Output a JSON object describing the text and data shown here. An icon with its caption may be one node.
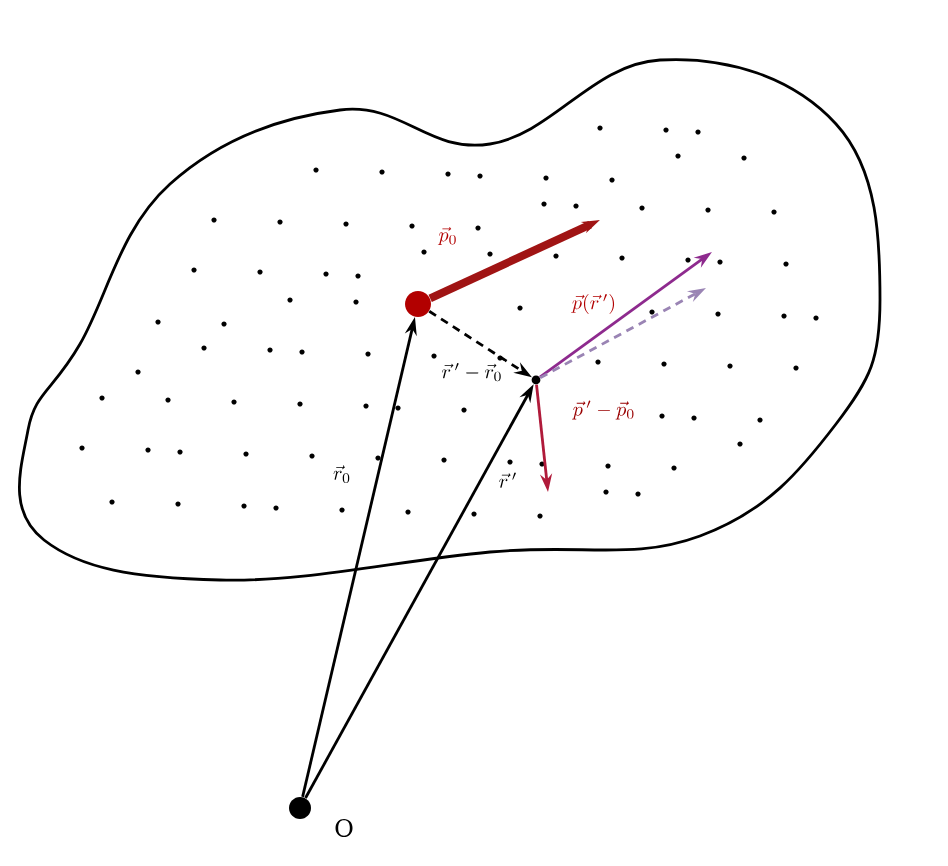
{
  "diagram": {
    "nodes": [
      {
        "text": [],
        "shape": "circle",
        "beside": [
          "O"
        ]
      },
      {
        "text": [],
        "shape": "circle"
      },
      {
        "text": [],
        "shape": "circle"
      }
    ],
    "edges": [
      {
        "from": 0,
        "to": 1,
        "arrow": "to",
        "label": "\\vec{r}_0"
      },
      {
        "from": 0,
        "to": 2,
        "arrow": "to",
        "label": "\\vec{r}\\,'"
      },
      {
        "from": 1,
        "to": 2,
        "arrow": "to",
        "style": "dashed",
        "label": "\\vec{r}\\,'-\\vec{r}_0"
      },
      {
        "from": 1,
        "to": null,
        "arrow": "to",
        "style": "thick",
        "color": "#a01414",
        "label": "\\vec{p}_0"
      },
      {
        "from": 2,
        "to": null,
        "arrow": "to",
        "color": "#8e2a8e",
        "label": "\\vec{p}(\\vec{r}\\,')"
      },
      {
        "from": 2,
        "to": null,
        "arrow": "to",
        "style": "dashed",
        "color": "#9a84b4"
      },
      {
        "from": 2,
        "to": null,
        "arrow": "to",
        "color": "#b01a3a",
        "label": "\\vec{p}\\,'-\\vec{p}_0"
      }
    ]
  }
}
